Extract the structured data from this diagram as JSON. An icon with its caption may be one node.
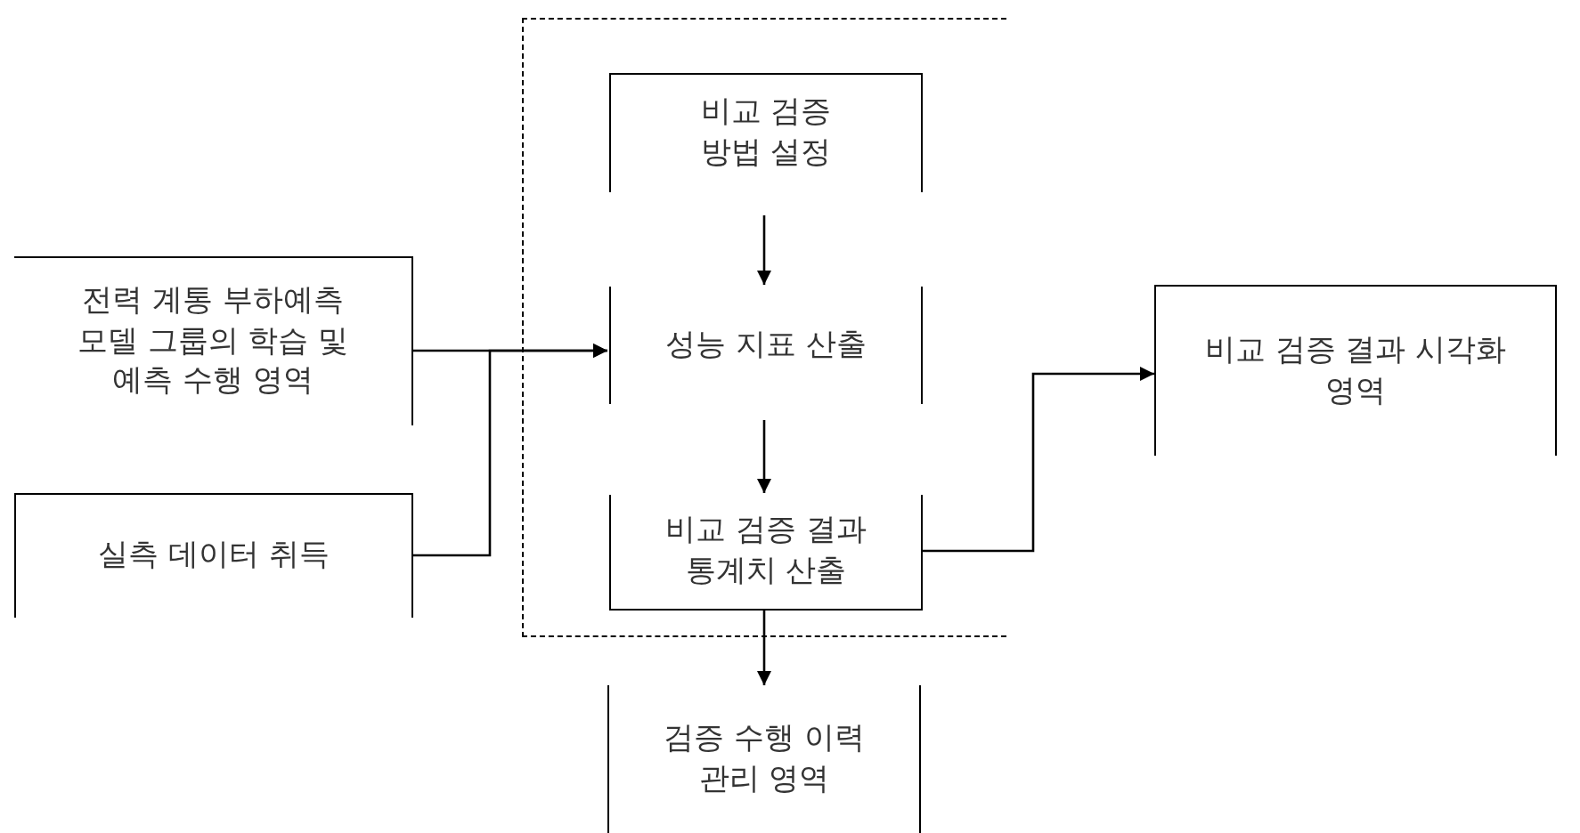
{
  "diagram": {
    "nodes": [
      {
        "text": [],
        "shape": "box"
      },
      {
        "text": [
          "비교 검증 방법 설정"
        ],
        "in": 0
      },
      {
        "text": [
          "성능 지표 산출"
        ],
        "in": 0
      },
      {
        "text": [
          "비교 검증 결과 통계치 산출"
        ],
        "in": 0
      },
      {
        "text": [
          "전력 계통 부하예측 모델 그룹의 학습 및 예측 수행 영역"
        ]
      },
      {
        "text": [
          "실측 데이터 취득"
        ]
      },
      {
        "text": [
          "비교 검증 결과 시각화 영역"
        ]
      },
      {
        "text": [
          "검증 수행 이력 관리 영역"
        ]
      }
    ],
    "edges": [
      {
        "from": 1,
        "to": 2,
        "arrow": "to"
      },
      {
        "from": 4,
        "to": 2,
        "arrow": "to"
      },
      {
        "from": 5,
        "to": 2,
        "arrow": "to"
      },
      {
        "from": 2,
        "to": 3,
        "arrow": "to"
      },
      {
        "from": 3,
        "to": 7,
        "arrow": "to"
      },
      {
        "from": 3,
        "to": 6,
        "arrow": "to"
      }
    ]
  }
}
